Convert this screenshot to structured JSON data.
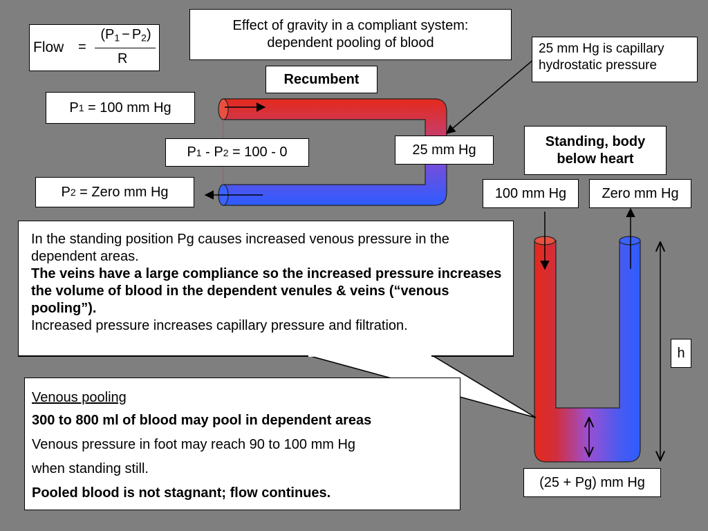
{
  "formula": {
    "lhs": "Flow",
    "equals": "=",
    "num_open": "(P",
    "num_sub1": "1",
    "minus": "−",
    "num_p2": "P",
    "num_sub2": "2",
    "num_close": ")",
    "den": "R"
  },
  "title": {
    "line1": "Effect of gravity  in a compliant system:",
    "line2": "dependent pooling of blood"
  },
  "capillary_note": {
    "line1": "25 mm Hg is capillary",
    "line2": "hydrostatic pressure"
  },
  "recumbent": "Recumbent",
  "p1_box": {
    "p": "P",
    "sub": "1",
    "rest": " = 100 mm Hg"
  },
  "diff_box": {
    "p1": "P",
    "sub1": "1",
    "mid": " - P",
    "sub2": "2",
    "rest": " = 100 - 0"
  },
  "p2_box": {
    "p": "P",
    "sub": "2",
    "rest": " = Zero mm Hg"
  },
  "mid_pressure": "25 mm Hg",
  "standing": {
    "line1": "Standing, body",
    "line2": "below heart"
  },
  "hundred": "100 mm Hg",
  "zero": "Zero mm Hg",
  "h_label": "h",
  "bottom_pressure": "(25 + Pg) mm Hg",
  "callout": {
    "para1": "In the standing position Pg causes increased venous pressure in the dependent areas.",
    "para2": "The veins have a large compliance so the increased pressure increases the volume of blood in the dependent venules & veins (“venous pooling”).",
    "para3": "Increased pressure increases capillary pressure and filtration."
  },
  "pooling": {
    "heading": "Venous pooling",
    "line1": "300 to 800 ml of blood may pool in dependent areas",
    "line2": "Venous pressure in foot may reach 90 to 100 mm Hg",
    "line3": "when standing still.",
    "line4": "Pooled blood is not stagnant; flow continues."
  },
  "colors": {
    "background": "#7f7f7f",
    "arterial": "#e23222",
    "venous": "#2f5bff",
    "mixed": "#9b52d0"
  }
}
